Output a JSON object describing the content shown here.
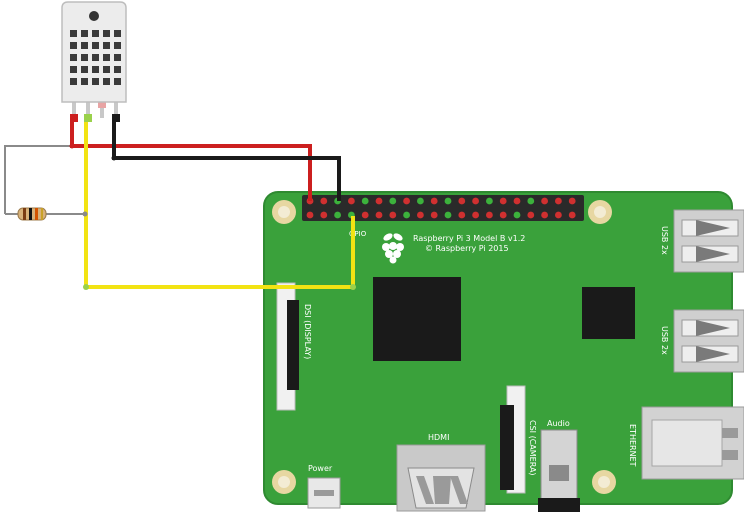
{
  "board": {
    "title_line1": "Raspberry Pi 3 Model B v1.2",
    "title_line2": "© Raspberry Pi 2015",
    "gpio_label": "GPIO",
    "dsi_label": "DSI (DISPLAY)",
    "csi_label": "CSI (CAMERA)",
    "hdmi_label": "HDMI",
    "audio_label": "Audio",
    "power_label": "Power",
    "ethernet_label": "ETHERNET",
    "usb_top_label": "USB 2x",
    "usb_bottom_label": "USB 2x"
  },
  "colors": {
    "board": "#3aa13b",
    "board_edge": "#2f8a31",
    "wire_red": "#cc1f1f",
    "wire_black": "#1a1a1a",
    "wire_yellow": "#f2e313",
    "wire_gray": "#8a8a8a",
    "chip": "#1a1a1a",
    "sensor": "#eeeeee"
  },
  "components": {
    "sensor": "dht-sensor",
    "resistor": "pull-up-resistor"
  }
}
